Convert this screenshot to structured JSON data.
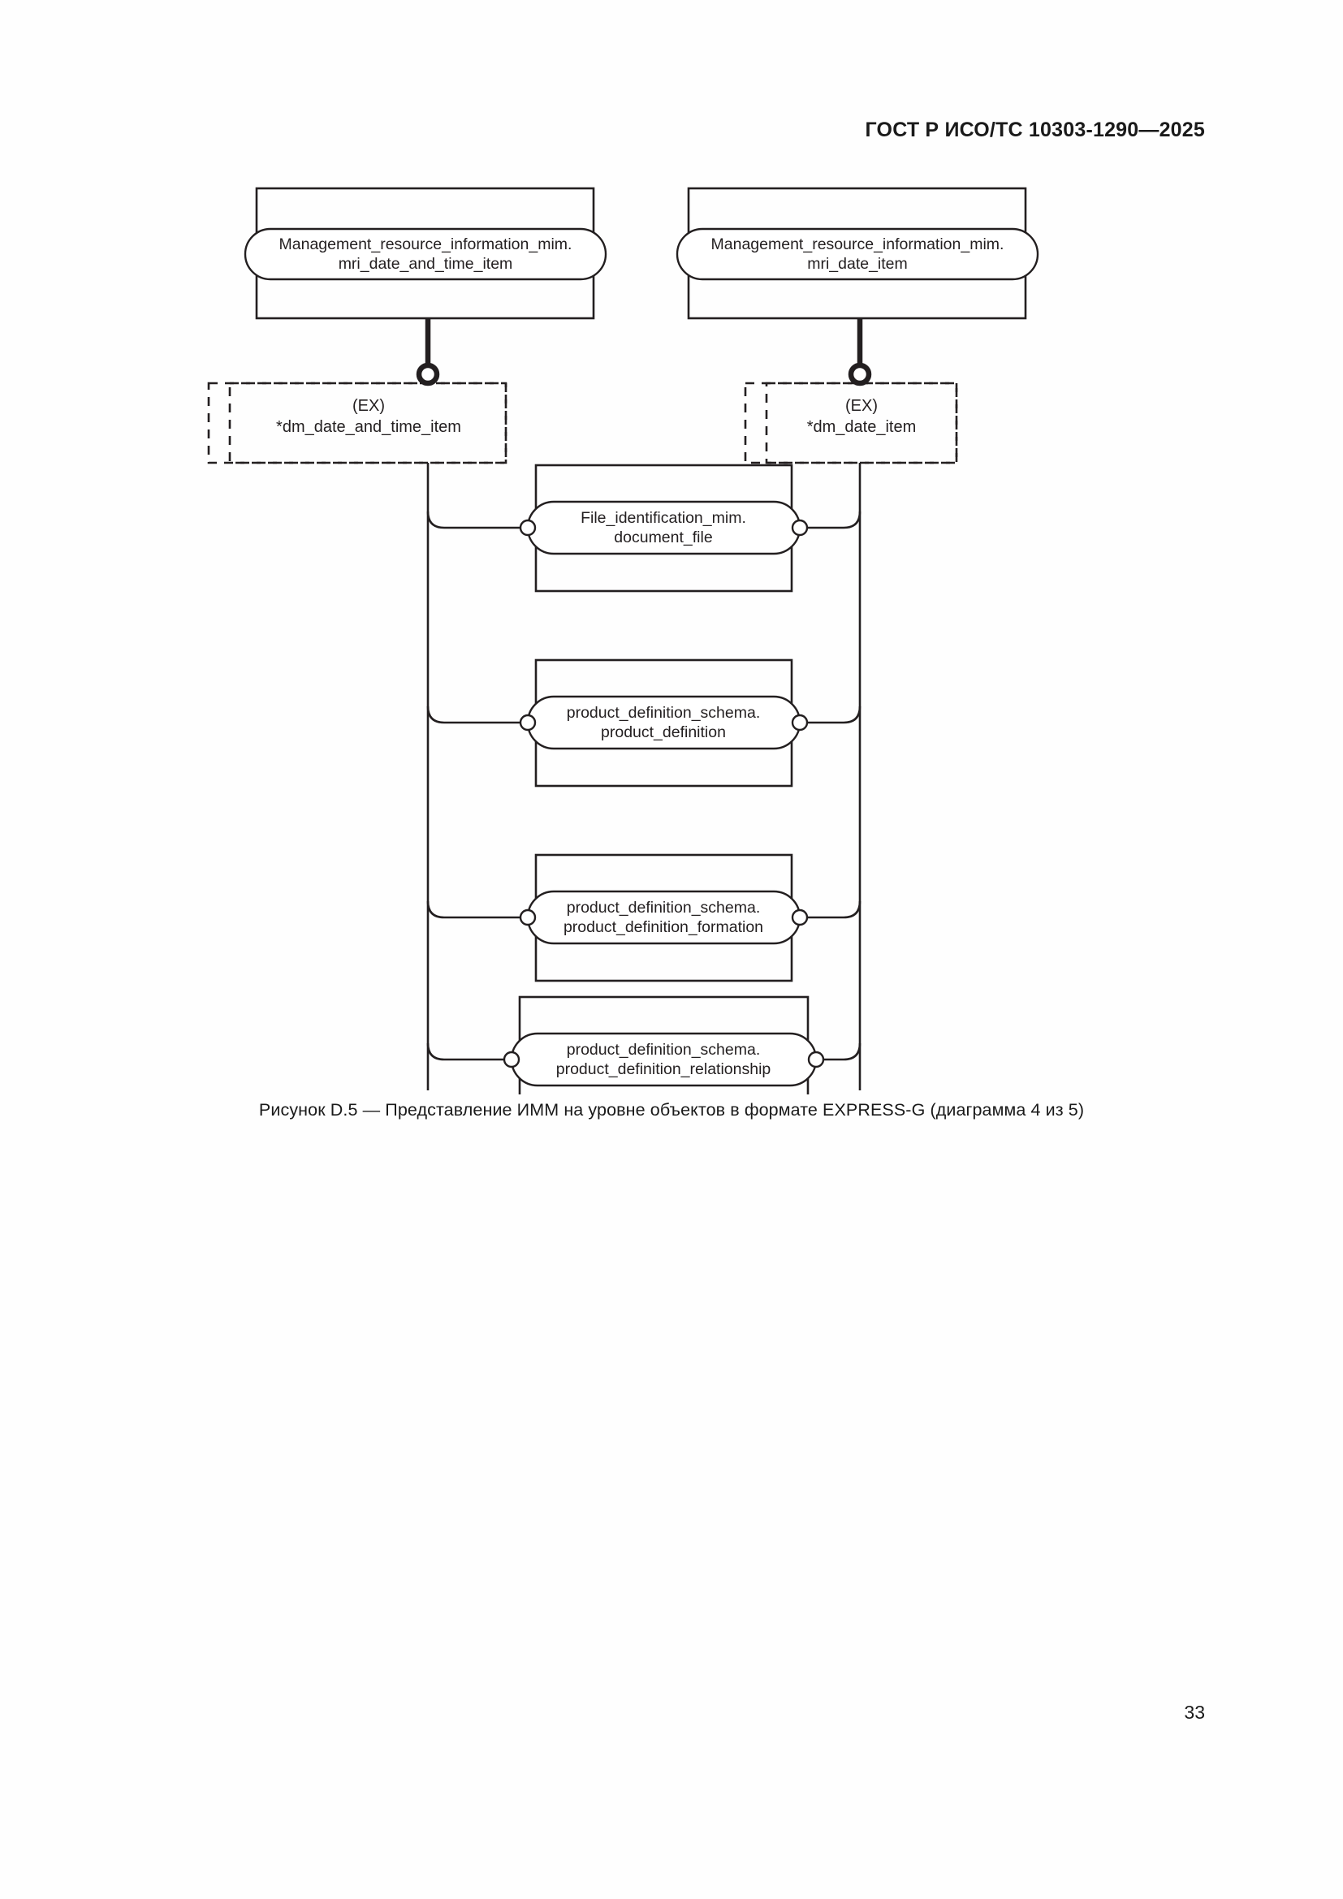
{
  "header": {
    "standard_title": "ГОСТ Р ИСО/ТС 10303-1290—2025"
  },
  "caption": {
    "text": "Рисунок D.5 — Представление ИММ на уровне объектов в формате EXPRESS-G (диаграмма 4 из 5)"
  },
  "footer": {
    "page_number": "33"
  },
  "diagram": {
    "type": "EXPRESS-G entity level diagram",
    "top_entities": [
      {
        "id": "mri-date-and-time-item",
        "line1": "Management_resource_information_mim.",
        "line2": "mri_date_and_time_item"
      },
      {
        "id": "mri-date-item",
        "line1": "Management_resource_information_mim.",
        "line2": "mri_date_item"
      }
    ],
    "ex_nodes": [
      {
        "id": "ex-dm-date-and-time-item",
        "line1": "(EX)",
        "line2": "*dm_date_and_time_item"
      },
      {
        "id": "ex-dm-date-item",
        "line1": "(EX)",
        "line2": "*dm_date_item"
      }
    ],
    "middle_entities": [
      {
        "id": "document-file",
        "line1": "File_identification_mim.",
        "line2": "document_file"
      },
      {
        "id": "product-definition",
        "line1": "product_definition_schema.",
        "line2": "product_definition"
      },
      {
        "id": "product-definition-formation",
        "line1": "product_definition_schema.",
        "line2": "product_definition_formation"
      },
      {
        "id": "product-definition-relationship",
        "line1": "product_definition_schema.",
        "line2": "product_definition_relationship"
      }
    ],
    "colors": {
      "stroke": "#231f20",
      "fill": "#ffffff",
      "text": "#231f20"
    }
  }
}
